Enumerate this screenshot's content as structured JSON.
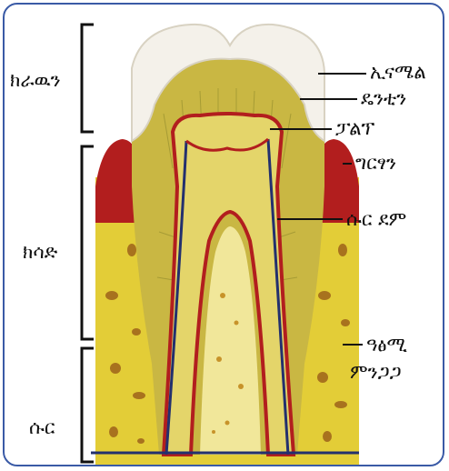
{
  "labels": {
    "crown": "ክራዉን",
    "neck": "ክሳድ",
    "root": "ሱር",
    "enamel": "ኢናሜል",
    "dentin": "ዴንቲን",
    "pulp": "ፓልፕ",
    "gum": "ግርፃን",
    "blood_vessel": "ሱር ደም",
    "jaw_bone": [
      "ዓፅሚ",
      "ምንጋጋ"
    ]
  },
  "colors": {
    "frame": "#3a5aa6",
    "bone": "#e8d33a",
    "gum": "#b21e1e",
    "enamel": "#f4f1ea",
    "dentin": "#c8b84a",
    "pulp": "#f1e79a"
  }
}
